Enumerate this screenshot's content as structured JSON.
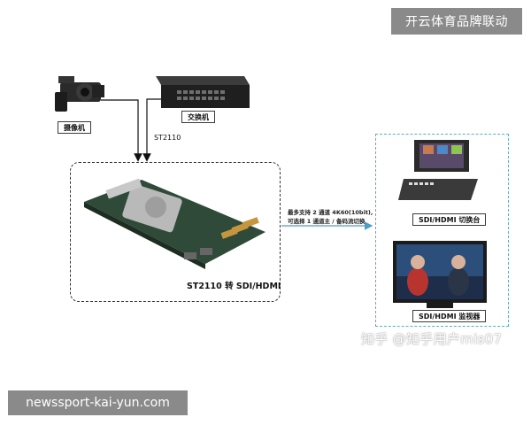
{
  "banners": {
    "top": "开云体育品牌联动",
    "bottom": "newssport-kai-yun.com"
  },
  "diagram": {
    "camera_label": "摄像机",
    "switch_label": "交换机",
    "link_label": "ST2110",
    "board_title": "ST2110 转 SDI/HDMI",
    "note_line1": "最多支持 2 通道 4K60(10bit),",
    "note_line2": "可选择 1 通道主 / 备码流切换",
    "switcher_label": "SDI/HDMI 切换台",
    "monitor_label": "SDI/HDMI 监视器"
  },
  "watermark": "知乎 @知乎用户mis07",
  "colors": {
    "arrow": "#111111",
    "output_arrow": "#4a9ec9",
    "right_frame": "#6aa9b6",
    "banner_bg": "#8a8a8a"
  }
}
